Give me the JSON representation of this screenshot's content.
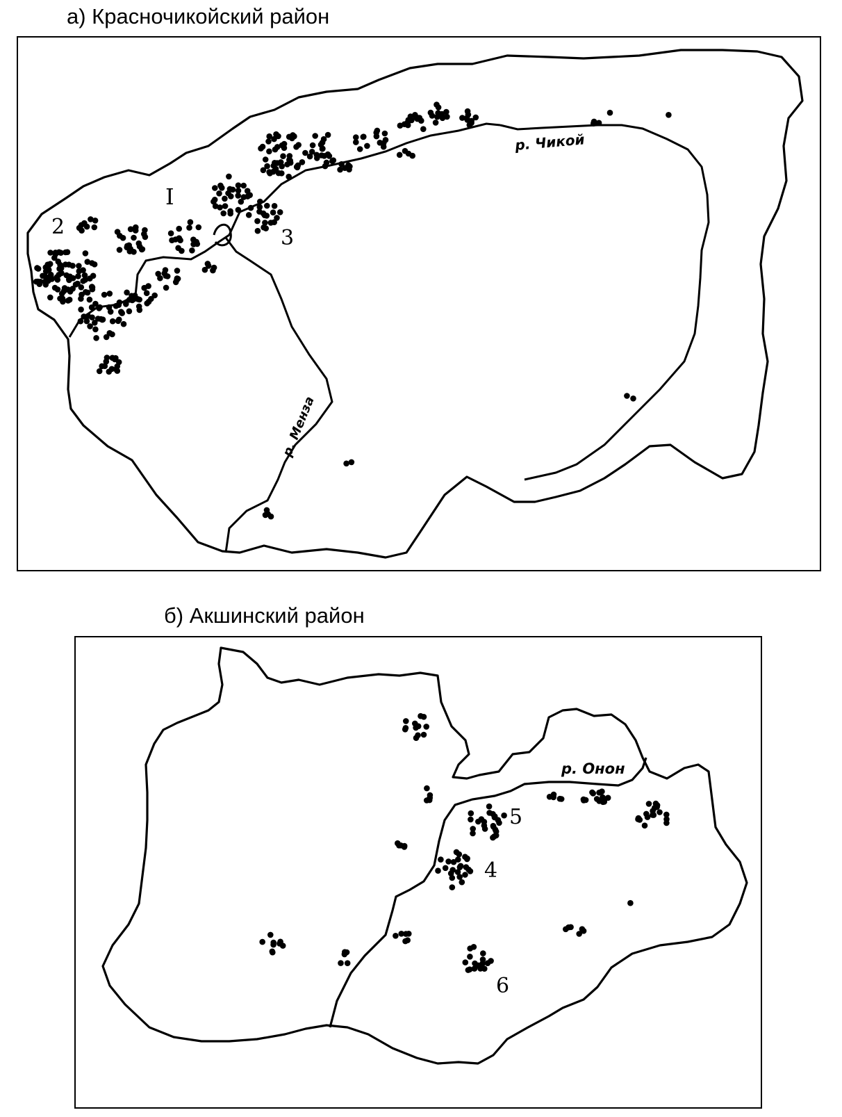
{
  "map_a": {
    "caption": "а) Красночикойский район",
    "rivers": [
      "р. Чикой",
      "р. Менза"
    ],
    "labels": [
      "I",
      "2",
      "3"
    ]
  },
  "map_b": {
    "caption": "б) Акшинский район",
    "rivers": [
      "р. Онон"
    ],
    "labels": [
      "4",
      "5",
      "6"
    ]
  }
}
